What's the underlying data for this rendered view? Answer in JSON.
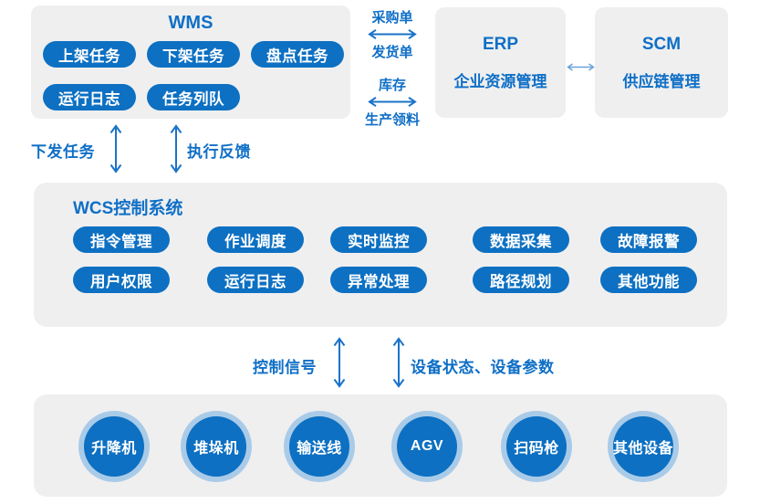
{
  "colors": {
    "brand_blue": "#0d70c2",
    "text_blue": "#0f6fc6",
    "panel_bg": "#efeff0",
    "ring_blue": "#a9cbe8",
    "small_link_arrow": "#6aa2d8",
    "pill_text": "#ffffff"
  },
  "wms": {
    "title": "WMS",
    "pills_row1": [
      "上架任务",
      "下架任务",
      "盘点任务"
    ],
    "pills_row2": [
      "运行日志",
      "任务列队"
    ]
  },
  "wms_erp_flows": [
    {
      "top": "采购单",
      "bottom": "发货单"
    },
    {
      "top": "库存",
      "bottom": "生产领料"
    }
  ],
  "erp": {
    "abbr": "ERP",
    "name": "企业资源管理"
  },
  "scm": {
    "abbr": "SCM",
    "name": "供应链管理"
  },
  "wms_wcs_flows": {
    "down": "下发任务",
    "up": "执行反馈"
  },
  "wcs": {
    "title": "WCS控制系统",
    "pills_row1": [
      "指令管理",
      "作业调度",
      "实时监控",
      "数据采集",
      "故障报警"
    ],
    "pills_row2": [
      "用户权限",
      "运行日志",
      "异常处理",
      "路径规划",
      "其他功能"
    ]
  },
  "wcs_device_flows": {
    "down": "控制信号",
    "up": "设备状态、设备参数"
  },
  "devices": [
    "升降机",
    "堆垛机",
    "输送线",
    "AGV",
    "扫码枪",
    "其他设备"
  ]
}
